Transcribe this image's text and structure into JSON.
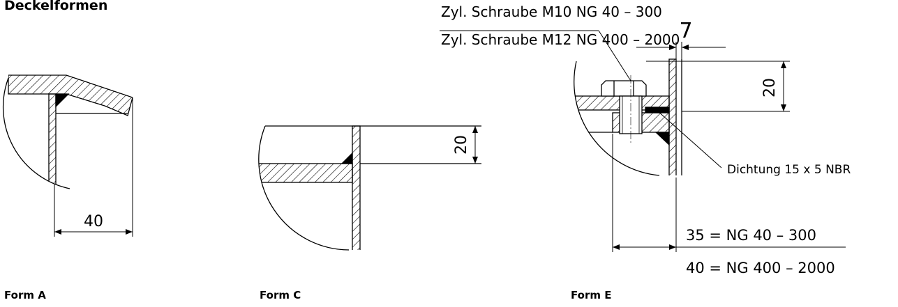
{
  "title": "Deckelformen",
  "forms": [
    {
      "label": "Form A",
      "dimension": "40"
    },
    {
      "label": "Form C",
      "dimension": "20"
    },
    {
      "label": "Form E",
      "dimension_top": "7",
      "dimension_side": "20"
    }
  ],
  "annotations": {
    "screw_line_1": "Zyl. Schraube M10 NG 40 – 300",
    "screw_line_2": "Zyl. Schraube M12 NG 400 – 2000",
    "seal": "Dichtung 15 x 5 NBR",
    "width_line_1": "35 = NG 40 – 300",
    "width_line_2": "40 = NG 400 – 2000"
  }
}
